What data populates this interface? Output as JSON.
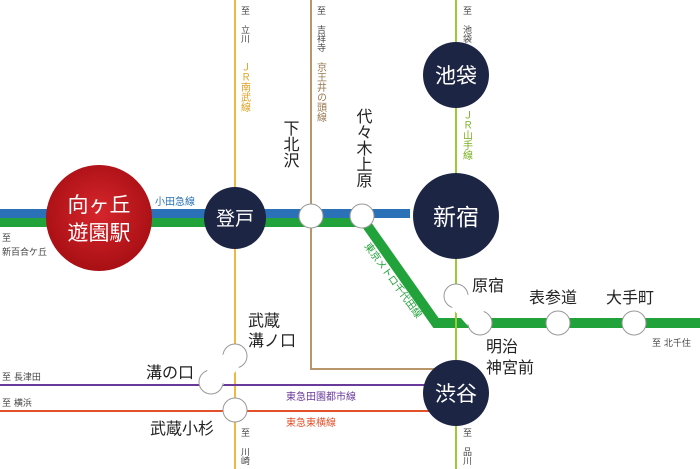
{
  "stations": {
    "mukogaoka": [
      "向ヶ丘",
      "遊園駅"
    ],
    "noborito": "登戸",
    "shinjuku": "新宿",
    "ikebukuro": "池袋",
    "shibuya": "渋谷",
    "shimokitazawa": "下北沢",
    "yoyogi_uehara": "代々木上原",
    "harajuku": "原宿",
    "omotesando": "表参道",
    "otemachi": "大手町",
    "meiji_jingumae": [
      "明治",
      "神宮前"
    ],
    "musashi_mizonokuchi": [
      "武蔵",
      "溝ノ口"
    ],
    "mizonokuchi": "溝の口",
    "musashi_kosugi": "武蔵小杉"
  },
  "lines": {
    "odakyu": "小田急線",
    "jr_nambu": "ＪＲ南武線",
    "keio_inokashira": "京王井の頭線",
    "jr_yamanote": "ＪＲ山手線",
    "tokyo_metro_chiyoda": "東京メトロ千代田線",
    "denentoshi": "東急田園都市線",
    "toyoko": "東急東横線"
  },
  "directions": {
    "tachikawa": "至 立川",
    "kichijoji": "至 吉祥寺",
    "ikebukuro": "至 池袋",
    "shinyurigaoka": [
      "至",
      "新百合ケ丘"
    ],
    "kitasenju": "至 北千住",
    "nagatsuta": "至 長津田",
    "yokohama": "至 横浜",
    "kawasaki": "至 川崎",
    "shinagawa": "至 品川"
  },
  "colors": {
    "odakyu_blue": "#2a71b8",
    "green": "#22a23a",
    "jr_nambu": "#f0b840",
    "keio": "#b8956a",
    "yamanote": "#9acd32",
    "denentoshi": "#6a3a9a",
    "toyoko": "#e2512a",
    "major_station": "#1d2545",
    "highlight_station": "#c4161c",
    "stroke_gray": "#888888"
  }
}
